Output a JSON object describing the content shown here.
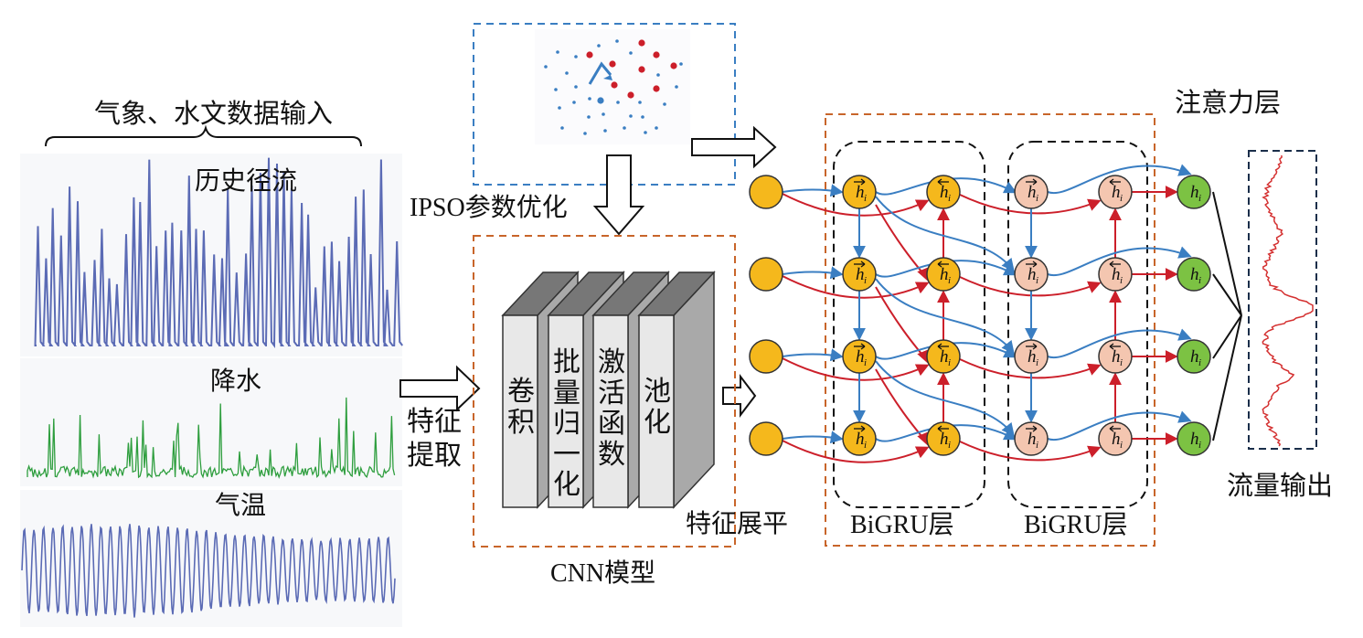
{
  "title_input": "气象、水文数据输入",
  "series_labels": {
    "runoff": "历史径流",
    "precip": "降水",
    "temp": "气温"
  },
  "ipso_label": "IPSO参数优化",
  "feature_extract_line1": "特征",
  "feature_extract_line2": "提取",
  "cnn_layers": [
    "卷积",
    "批量归一化",
    "激活函数",
    "池化"
  ],
  "flatten_label": "特征展平",
  "cnn_model_label": "CNN模型",
  "bigru_labels": [
    "BiGRU层",
    "BiGRU层"
  ],
  "attention_label": "注意力层",
  "output_label": "流量输出",
  "node_labels": {
    "hidden": "h",
    "subscript": "i"
  },
  "colors": {
    "series_blue": "#5b6bb5",
    "series_green": "#2e9e3e",
    "node_yellow": "#f5b81c",
    "node_pink": "#f4c6b0",
    "node_green": "#7cc243",
    "arrow_blue": "#3a7ec2",
    "arrow_red": "#cc1f2a",
    "box_orange": "#c8652a",
    "box_blue": "#3a7ec2",
    "output_red": "#d43030"
  }
}
